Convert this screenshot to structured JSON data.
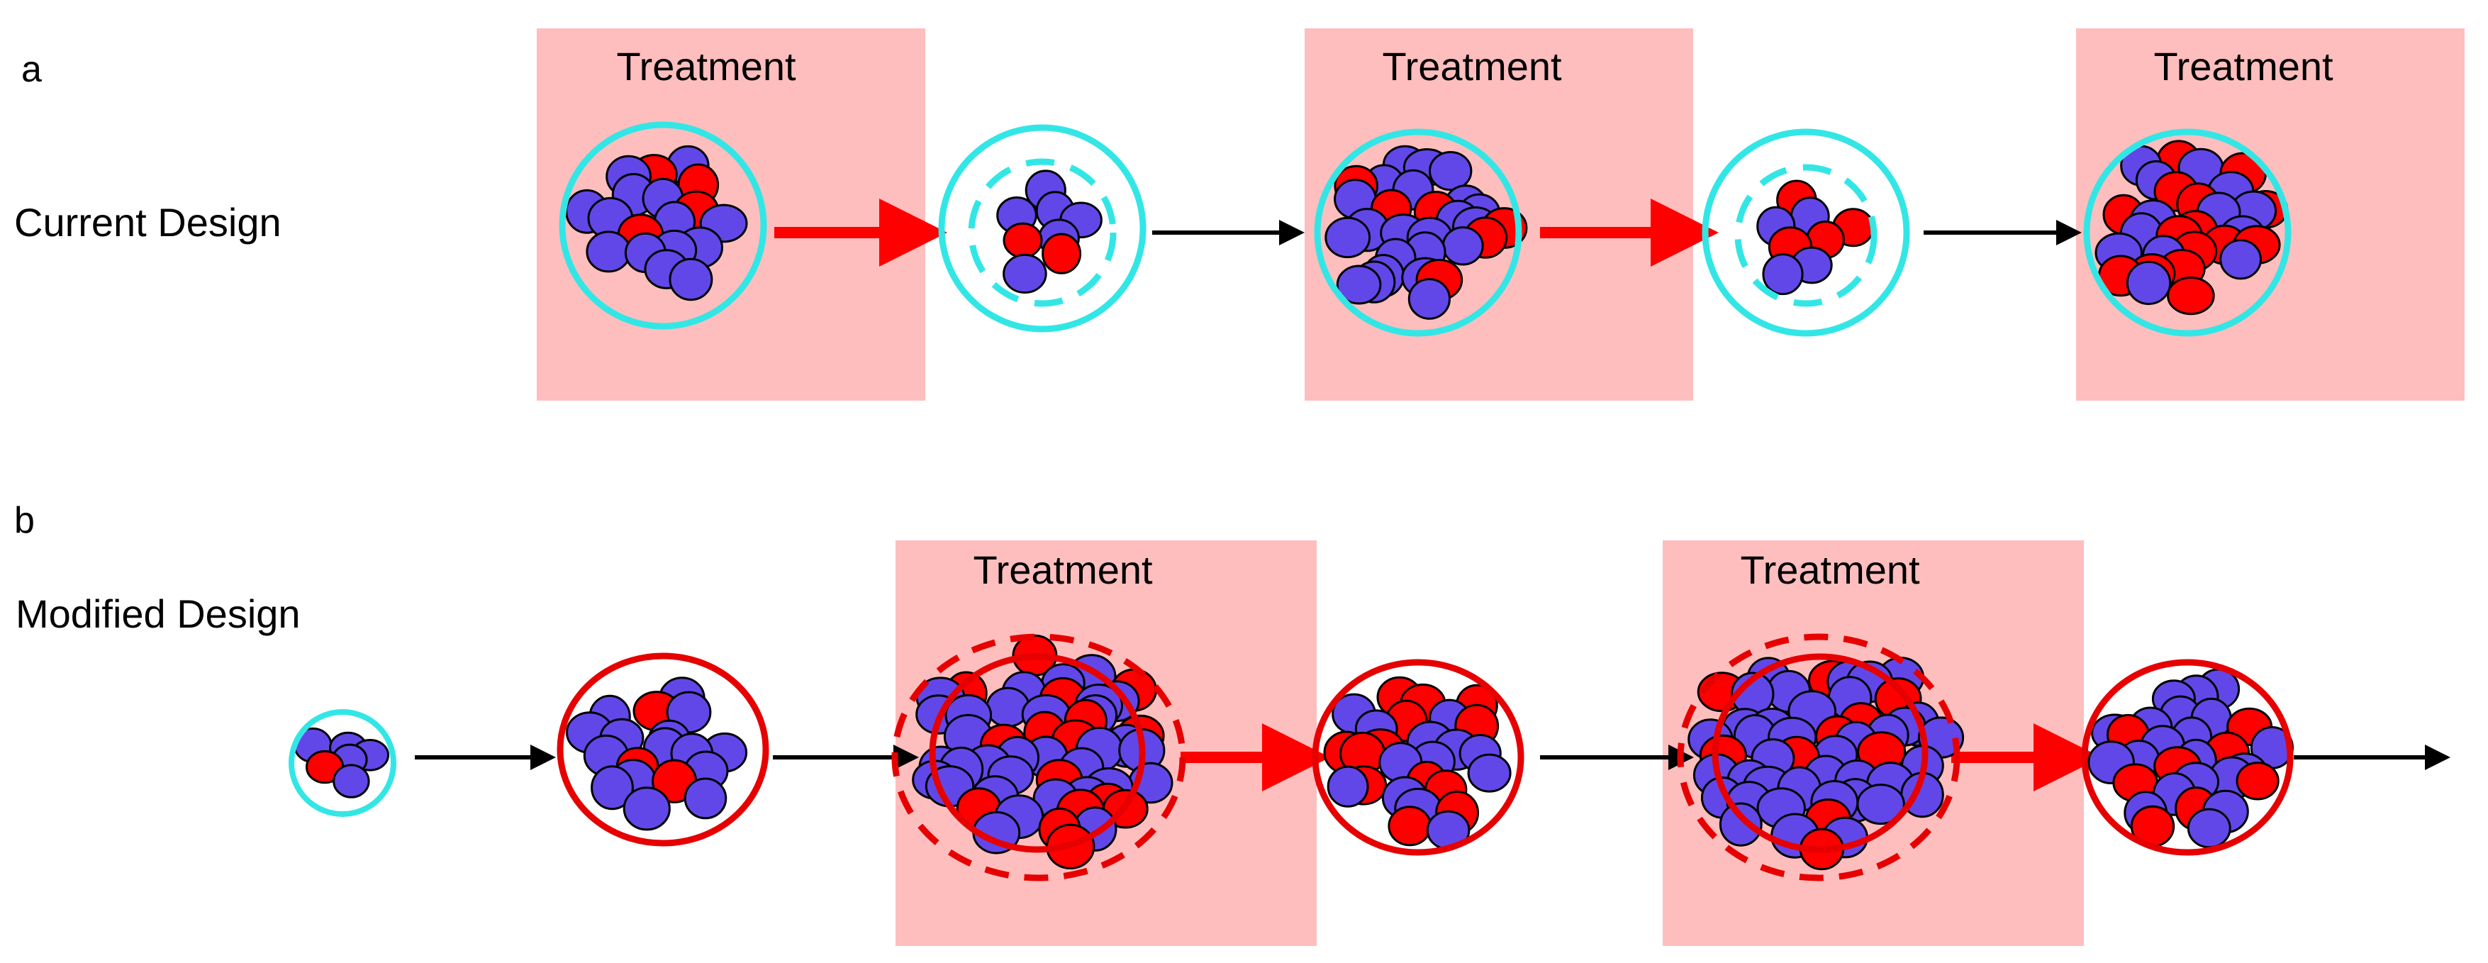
{
  "panels": {
    "a": {
      "letter": "a",
      "design_label": "Current Design"
    },
    "b": {
      "letter": "b",
      "design_label": "Modified Design"
    }
  },
  "treatment_label": "Treatment",
  "colors": {
    "treatment_zone": "#ffbebe",
    "cell_blue": "#6247e8",
    "cell_red": "#ff0000",
    "cell_outline": "#000000",
    "capsule_cyan": "#33e6e6",
    "capsule_red": "#e60000",
    "arrow_red": "#ff0000",
    "arrow_black": "#000000"
  }
}
